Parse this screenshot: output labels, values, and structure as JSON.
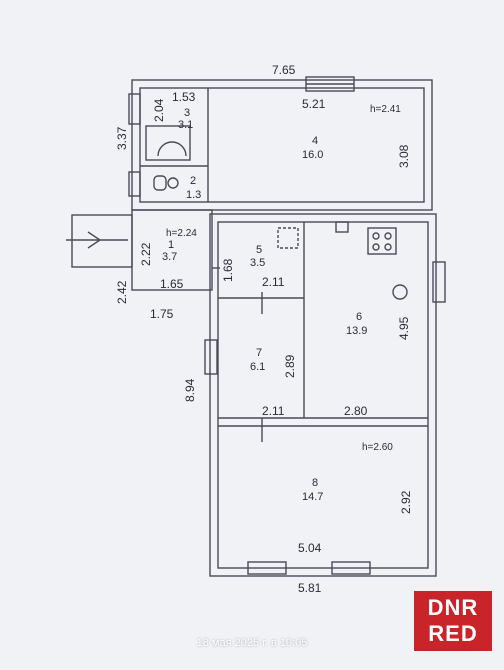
{
  "rooms": [
    {
      "num": "1",
      "area": "3.7"
    },
    {
      "num": "2",
      "area": "1.3"
    },
    {
      "num": "3",
      "area": "3.1"
    },
    {
      "num": "4",
      "area": "16.0"
    },
    {
      "num": "5",
      "area": "3.5"
    },
    {
      "num": "6",
      "area": "13.9"
    },
    {
      "num": "7",
      "area": "6.1"
    },
    {
      "num": "8",
      "area": "14.7"
    }
  ],
  "dimensions": {
    "top_width": "7.65",
    "r4_width": "5.21",
    "r3_width": "1.53",
    "r3_height": "2.04",
    "left_upper": "3.37",
    "r4_height": "3.08",
    "r1_height": "2.22",
    "r1_width": "1.65",
    "porch": "2.42",
    "under_porch": "1.75",
    "r5_height": "1.68",
    "r5_width": "2.11",
    "r6_height": "4.95",
    "left_lower": "8.94",
    "r7_height": "2.89",
    "r7_width": "2.11",
    "r6_width": "2.80",
    "r8_height": "2.92",
    "r8_width": "5.04",
    "bottom_width": "5.81"
  },
  "heights": {
    "upper": "h=2.41",
    "r1": "h=2.24",
    "lower": "h=2.60"
  },
  "footer_text": "18 мая 2025 г. в 10:05",
  "watermark": {
    "line1": "DNR",
    "line2": "RED"
  },
  "colors": {
    "line": "#4a4a5a",
    "paper": "#f1f2f6",
    "watermark": "#c8242a"
  }
}
